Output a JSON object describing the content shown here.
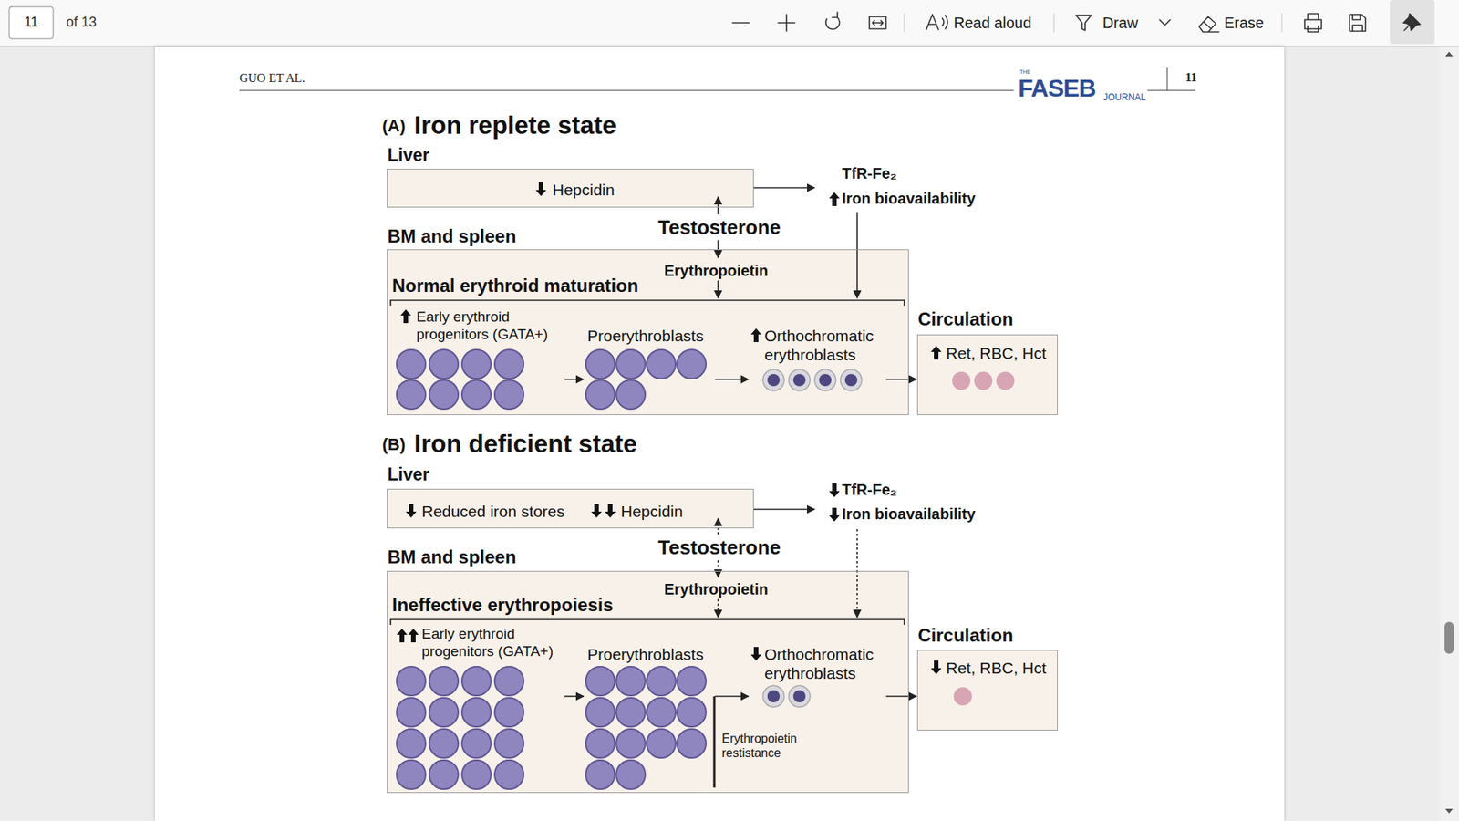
{
  "diagram": {
    "nodes": [
      {
        "text": [
          "Liver",
          "Hepcidin"
        ]
      },
      {
        "text": [
          "BM and spleen",
          "Erythropoietin",
          "Normal erythroid maturation"
        ]
      },
      {
        "text": [
          "Early erythroid progenitors (GATA+)"
        ],
        "in": 1
      },
      {
        "text": [
          "Proerythroblasts"
        ],
        "in": 1
      },
      {
        "text": [
          "Orthochromatic erythroblasts"
        ],
        "in": 1
      },
      {
        "text": [
          "Circulation",
          "Ret, RBC, Hct"
        ]
      },
      {
        "text": [
          "Liver",
          "Reduced iron stores",
          "Hepcidin"
        ]
      },
      {
        "text": [
          "BM and spleen",
          "Erythropoietin",
          "Ineffective erythropoiesis"
        ]
      },
      {
        "text": [
          "Early erythroid progenitors (GATA+)"
        ],
        "in": 7
      },
      {
        "text": [
          "Proerythroblasts"
        ],
        "in": 7
      },
      {
        "text": [
          "Orthochromatic erythroblasts"
        ],
        "in": 7
      },
      {
        "text": [
          "Circulation",
          "Ret, RBC, Hct"
        ]
      }
    ],
    "edges": [
      {
        "from": 2,
        "to": 3,
        "arrow": "to"
      },
      {
        "from": 3,
        "to": 4,
        "arrow": "to"
      },
      {
        "from": 4,
        "to": 5,
        "arrow": "to"
      },
      {
        "from": 8,
        "to": 9,
        "arrow": "to"
      },
      {
        "from": 9,
        "to": 10,
        "arrow": "to"
      },
      {
        "from": 10,
        "to": 11,
        "arrow": "to"
      }
    ],
    "labels": [
      "11",
      "of 13",
      "Read aloud",
      "Draw",
      "Erase",
      "GUO ET AL.",
      "THE",
      "FASEB",
      "JOURNAL",
      "11",
      "(A)",
      "Iron replete state",
      "Testosterone",
      "TfR-Fe₂",
      "Iron bioavailability",
      "(B)",
      "Iron deficient state",
      "Testosterone",
      "TfR-Fe₂",
      "Iron bioavailability",
      "Erythropoietin restistance"
    ]
  }
}
